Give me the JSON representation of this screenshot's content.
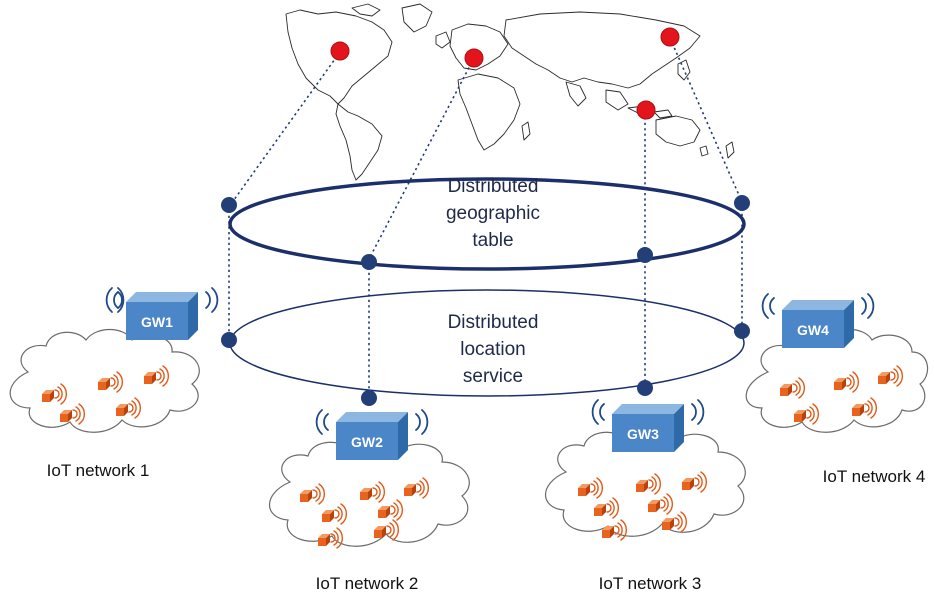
{
  "rings": {
    "top": {
      "lines": [
        "Distributed",
        "geographic",
        "table"
      ]
    },
    "bottom": {
      "lines": [
        "Distributed",
        "location",
        "service"
      ]
    }
  },
  "gateways": [
    "GW1",
    "GW2",
    "GW3",
    "GW4"
  ],
  "networks": [
    "IoT network 1",
    "IoT network 2",
    "IoT network 3",
    "IoT network 4"
  ],
  "colors": {
    "ring": "#1b2f6b",
    "node": "#233f78",
    "pin": "#e3141b",
    "gateway_front": "#4a86c8",
    "device": "#e8641e"
  }
}
